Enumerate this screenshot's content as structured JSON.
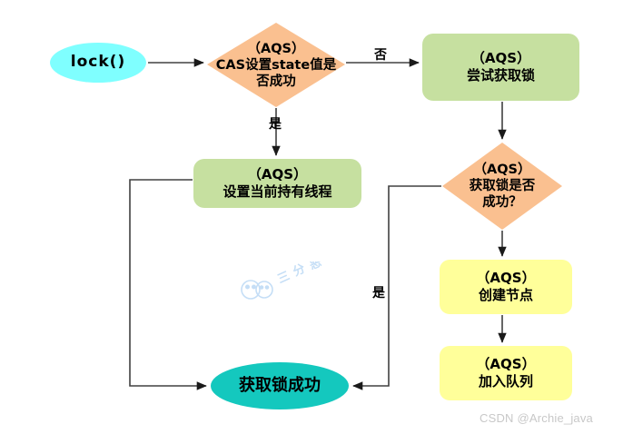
{
  "diagram": {
    "title": "AQS lock() flowchart",
    "nodes": [
      {
        "id": "lock",
        "shape": "ellipse",
        "fill": "#7FFFFF",
        "lines": [
          "lock()"
        ]
      },
      {
        "id": "cas_state",
        "shape": "diamond",
        "fill": "#FAC090",
        "lines": [
          "（AQS）",
          "CAS设置state值是",
          "否成功"
        ]
      },
      {
        "id": "try_acquire",
        "shape": "process",
        "fill": "#C6E0A0",
        "lines": [
          "（AQS）",
          "尝试获取锁"
        ]
      },
      {
        "id": "set_thread",
        "shape": "process",
        "fill": "#C6E0A0",
        "lines": [
          "（AQS）",
          "设置当前持有线程"
        ]
      },
      {
        "id": "acquire_ok",
        "shape": "diamond",
        "fill": "#FAC090",
        "lines": [
          "（AQS）",
          "获取锁是否",
          "成功？"
        ]
      },
      {
        "id": "create_node",
        "shape": "process",
        "fill": "#FFFF9A",
        "lines": [
          "（AQS）",
          "创建节点"
        ]
      },
      {
        "id": "join_queue",
        "shape": "process",
        "fill": "#FFFF9A",
        "lines": [
          "（AQS）",
          "加入队列"
        ]
      },
      {
        "id": "acquire_success",
        "shape": "ellipse",
        "fill": "#14C8BE",
        "lines": [
          "获取锁成功"
        ]
      }
    ],
    "edge_labels": {
      "cas_yes": "是",
      "cas_no": "否",
      "acquire_yes": "是"
    }
  },
  "watermark": {
    "logo_text": "三分恶",
    "credit": "CSDN @Archie_java"
  },
  "colors": {
    "background": "#FFFFFF",
    "line": "#404040",
    "orange_fill": "#FAC090",
    "green_fill": "#C6E0A0",
    "yellow_fill": "#FFFF9A",
    "cyan_fill": "#7FFFFF",
    "teal_fill": "#14C8BE",
    "credit_text": "#C8C8C8",
    "watermark_blue": "#BBD9F5"
  }
}
